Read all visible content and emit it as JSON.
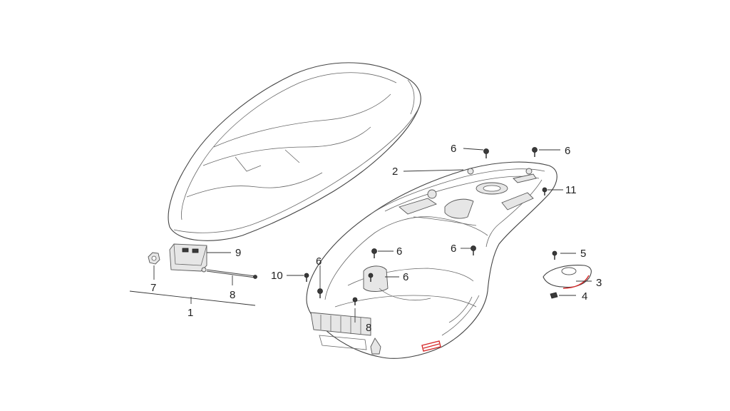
{
  "callouts": {
    "c1": "1",
    "c2": "2",
    "c3": "3",
    "c4": "4",
    "c5": "5",
    "c6a": "6",
    "c6b": "6",
    "c6c": "6",
    "c6d": "6",
    "c6e": "6",
    "c6f": "6",
    "c7": "7",
    "c8a": "8",
    "c8b": "8",
    "c9": "9",
    "c10": "10",
    "c11": "11"
  },
  "colors": {
    "line": "#333333",
    "highlight": "#d62a2a",
    "background": "#ffffff"
  },
  "icons": [
    "seat-assembly-icon",
    "storage-box-icon",
    "latch-icon",
    "rod-icon",
    "nut-icon",
    "bracket-plate-icon",
    "screw-icon"
  ]
}
